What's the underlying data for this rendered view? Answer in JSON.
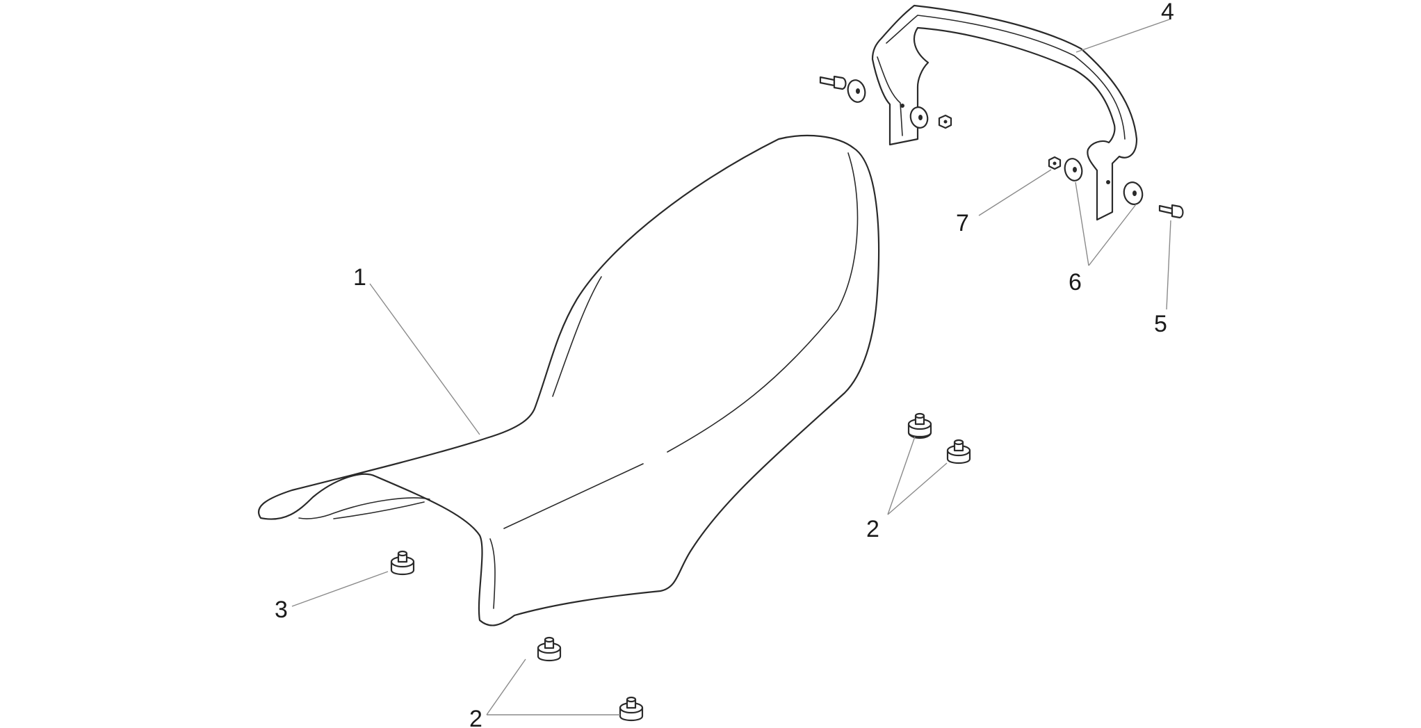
{
  "callouts": {
    "seat": "1",
    "rubber_buffer_front_left": "2",
    "rubber_buffer_front_right": "2",
    "rubber_buffer_mid": "2",
    "rubber_buffer_rear": "3",
    "grab_handle": "4",
    "screw": "5",
    "washers": "6",
    "nut": "7"
  },
  "colors": {
    "line": "#2a2a2a",
    "leader": "#8a8a8a",
    "background": "#ffffff"
  }
}
